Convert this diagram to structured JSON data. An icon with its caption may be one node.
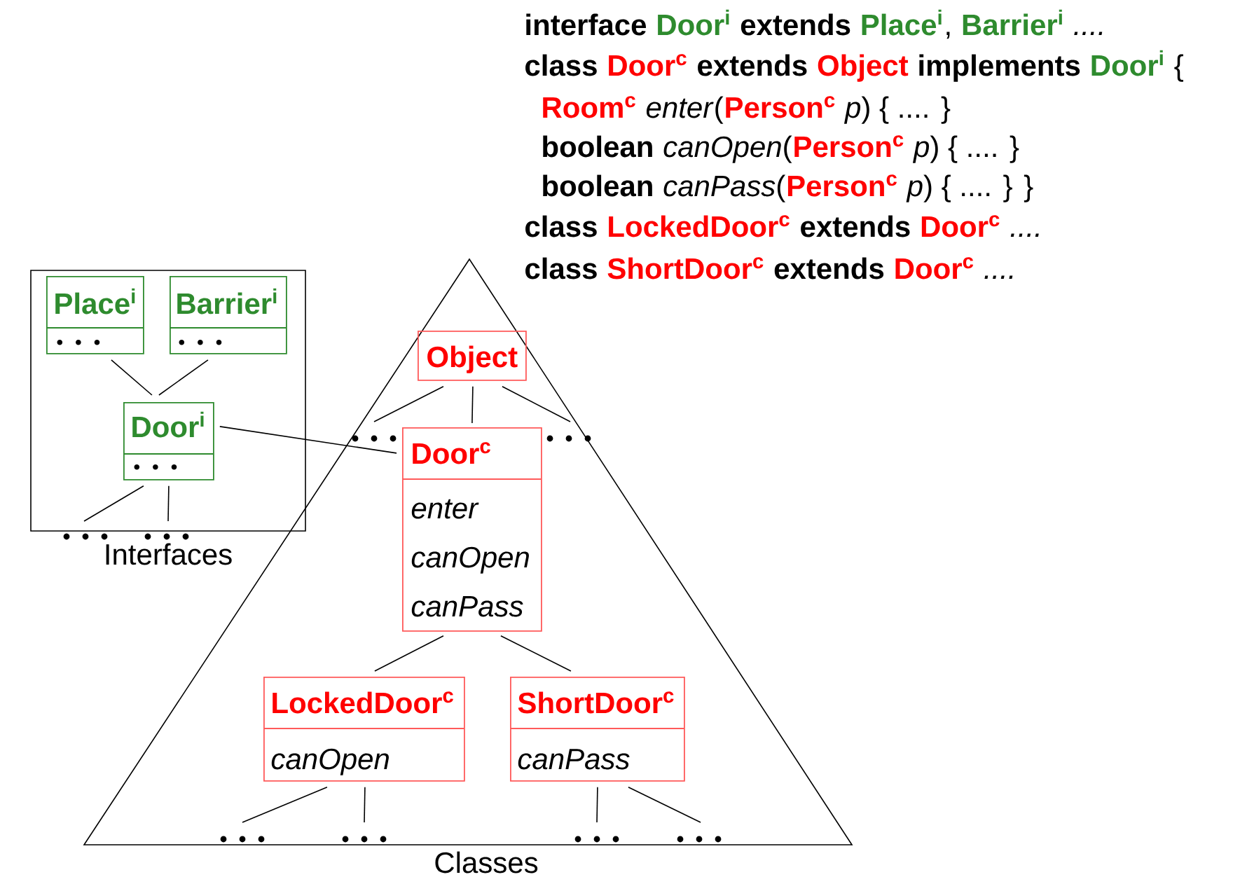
{
  "diagram": {
    "nodes": [
      {
        "text": [
          "Interfaces"
        ]
      },
      {
        "text": [
          "Place$^{i}$",
          "• • •"
        ],
        "in": 0
      },
      {
        "text": [
          "Barrier$^{i}$",
          "• • •"
        ],
        "in": 0
      },
      {
        "text": [
          "Door$^{i}$",
          "• • •"
        ],
        "in": 0
      },
      {
        "text": [
          "Classes"
        ]
      },
      {
        "text": [
          "Object"
        ],
        "in": 4
      },
      {
        "text": [
          "Door$^{c}$",
          "enter",
          "canOpen",
          "canPass"
        ],
        "in": 4
      },
      {
        "text": [
          "LockedDoor$^{c}$",
          "canOpen"
        ],
        "in": 4
      },
      {
        "text": [
          "ShortDoor$^{c}$",
          "canPass"
        ],
        "in": 4
      }
    ],
    "edges": [
      {
        "from": 1,
        "to": 3,
        "arrow": "none"
      },
      {
        "from": 2,
        "to": 3,
        "arrow": "none"
      },
      {
        "from": 3,
        "to": null,
        "arrow": "none"
      },
      {
        "from": 3,
        "to": null,
        "arrow": "none"
      },
      {
        "from": 3,
        "to": 6,
        "arrow": "none"
      },
      {
        "from": 5,
        "to": null,
        "arrow": "none"
      },
      {
        "from": 5,
        "to": 6,
        "arrow": "none"
      },
      {
        "from": 5,
        "to": null,
        "arrow": "none"
      },
      {
        "from": 6,
        "to": 7,
        "arrow": "none"
      },
      {
        "from": 6,
        "to": 8,
        "arrow": "none"
      },
      {
        "from": 7,
        "to": null,
        "arrow": "none"
      },
      {
        "from": 7,
        "to": null,
        "arrow": "none"
      },
      {
        "from": 8,
        "to": null,
        "arrow": "none"
      },
      {
        "from": 8,
        "to": null,
        "arrow": "none"
      }
    ],
    "labels": [
      "interface",
      "Door$^{i}$",
      "extends",
      "Place$^{i}$",
      ",",
      "Barrier$^{i}$",
      "....",
      "class",
      "Door$^{c}$",
      "extends",
      "Object",
      "implements",
      "Door$^{i}$",
      "{",
      "Room$^{c}$",
      "*enter*(",
      "Person$^{c}$",
      "*p*) { .... }",
      "boolean",
      "*canOpen*(",
      "Person$^{c}$",
      "*p*) { .... }",
      "boolean",
      "*canPass*(",
      "Person$^{c}$",
      "*p*) { .... } }",
      "class",
      "LockedDoor$^{c}$",
      "extends",
      "Door$^{c}$",
      "....",
      "class",
      "ShortDoor$^{c}$",
      "extends",
      "Door$^{c}$",
      "...."
    ]
  }
}
